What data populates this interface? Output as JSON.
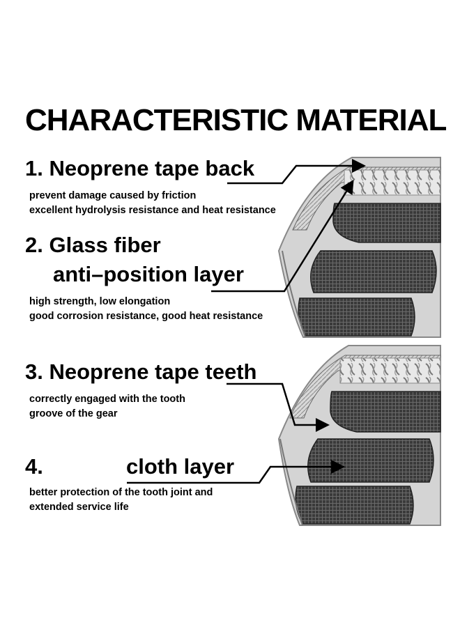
{
  "title": "CHARACTERISTIC MATERIAL",
  "items": [
    {
      "heading": "1. Neoprene tape back",
      "details": [
        "prevent damage caused by friction",
        "excellent hydrolysis resistance and heat resistance"
      ]
    },
    {
      "heading_line1": "2. Glass fiber",
      "heading_line2": "anti–position layer",
      "details": [
        "high strength, low elongation",
        "good corrosion resistance, good heat resistance"
      ]
    },
    {
      "heading": "3. Neoprene tape teeth",
      "details": [
        "correctly engaged with the tooth",
        "groove of the gear"
      ]
    },
    {
      "heading_number": "4.",
      "heading_label": "cloth layer",
      "details": [
        "better protection of the tooth joint and",
        "extended service life"
      ]
    }
  ],
  "colors": {
    "text": "#000000",
    "belt_dark": "#3a3a3a",
    "belt_light": "#dcdcdc"
  }
}
